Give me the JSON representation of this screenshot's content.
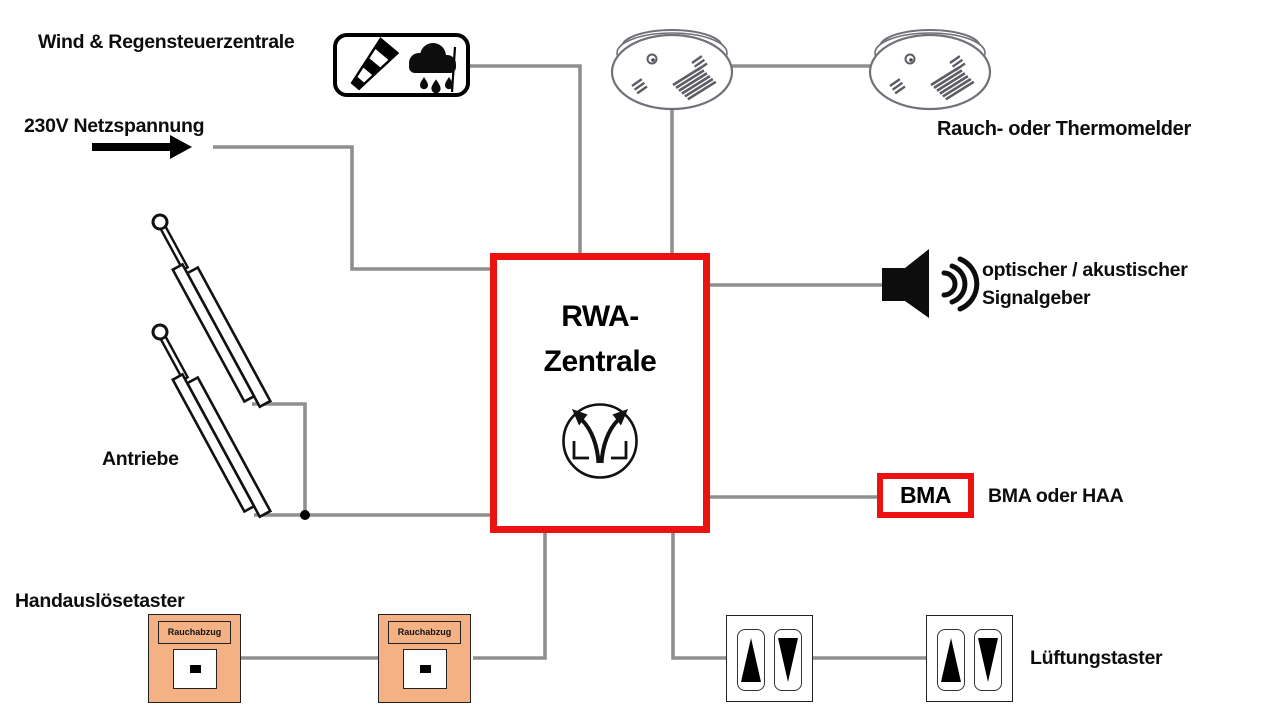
{
  "diagram": {
    "nodes": {
      "wind_rain_label": "Wind & Regensteuerzentrale",
      "mains_label": "230V Netzspannung",
      "smoke_label": "Rauch- oder Thermomelder",
      "signal_label_1": "optischer / akustischer",
      "signal_label_2": "Signalgeber",
      "central_label_1": "RWA-",
      "central_label_2": "Zentrale",
      "bma_text": "BMA",
      "bma_label": "BMA oder HAA",
      "actuators_label": "Antriebe",
      "manual_label": "Handauslösetaster",
      "manual_button_text": "Rauchabzug",
      "vent_label": "Lüftungstaster"
    },
    "colors": {
      "highlight_red": "#ee1111",
      "connector_gray": "#8f8f8f",
      "manual_box_orange": "#f4b183"
    }
  }
}
